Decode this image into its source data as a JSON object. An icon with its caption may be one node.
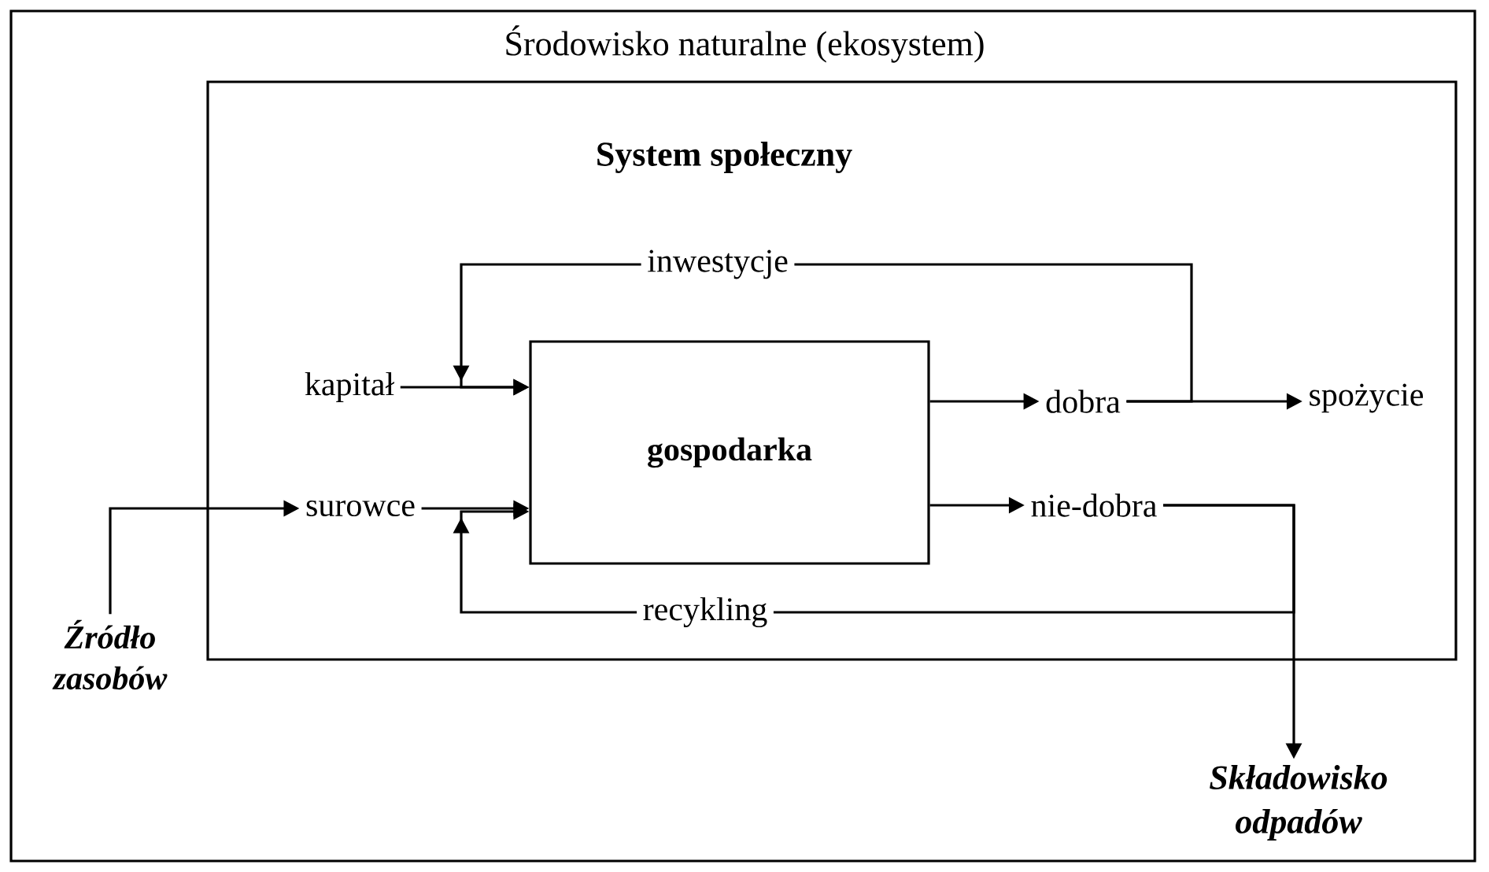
{
  "diagram": {
    "nodes": [
      {
        "text": [
          "Środowisko naturalne (ekosystem)"
        ]
      },
      {
        "text": [
          "System społeczny"
        ],
        "in": 0
      },
      {
        "text": [
          "gospodarka"
        ],
        "in": 1
      },
      {
        "text": [
          "kapitał"
        ],
        "in": 1
      },
      {
        "text": [
          "surowce"
        ],
        "in": 1
      },
      {
        "text": [
          "dobra"
        ],
        "in": 1
      },
      {
        "text": [
          "nie-dobra"
        ],
        "in": 1
      },
      {
        "text": [
          "spożycie"
        ],
        "in": 1
      },
      {
        "text": [
          "inwestycje"
        ],
        "in": 1
      },
      {
        "text": [
          "recykling"
        ],
        "in": 1
      },
      {
        "text": [
          "Źródło zasobów"
        ],
        "in": 0
      },
      {
        "text": [
          "Składowisko odpadów"
        ],
        "in": 0
      }
    ],
    "edges": [
      {
        "from": 3,
        "to": 2,
        "arrow": "to"
      },
      {
        "from": 4,
        "to": 2,
        "arrow": "to"
      },
      {
        "from": 10,
        "to": 4,
        "arrow": "to"
      },
      {
        "from": 2,
        "to": 5,
        "arrow": "to"
      },
      {
        "from": 2,
        "to": 6,
        "arrow": "to"
      },
      {
        "from": 5,
        "to": 7,
        "arrow": "to"
      },
      {
        "from": 5,
        "to": 8,
        "arrow": "none"
      },
      {
        "from": 8,
        "to": 2,
        "arrow": "to"
      },
      {
        "from": 6,
        "to": 11,
        "arrow": "to"
      },
      {
        "from": 6,
        "to": 9,
        "arrow": "none"
      },
      {
        "from": 9,
        "to": 2,
        "arrow": "to"
      }
    ]
  }
}
